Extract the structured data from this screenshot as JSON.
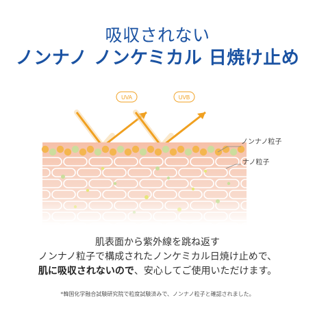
{
  "headline": {
    "sub": "吸収されない",
    "main": "ノンナノ ノンケミカル 日焼け止め"
  },
  "diagram": {
    "uva_label": "UVA",
    "uvb_label": "UVB",
    "nonnano_label": "ノンナノ粒子",
    "nano_label": "ナノ粒子",
    "colors": {
      "ray": "#f0a020",
      "ray_light": "#f6d9a8",
      "particle_orange": "#f3b54a",
      "particle_green": "#c9de9c",
      "skin_top": "#f6c0a8",
      "skin_mid": "#f7d4c4",
      "skin_deep": "#fae6dc",
      "cell_line": "#ffffff",
      "nano_particle": "#e6e67a"
    }
  },
  "body": {
    "line1": "肌表面から紫外線を跳ね返す",
    "line2": "ノンナノ粒子で構成されたノンケミカル日焼け止めで、",
    "line3_bold": "肌に吸収されないので",
    "line3_rest": "、安心してご使用いただけます。"
  },
  "footnote": "*韓国化学融合試験研究院で粒度試験済みで、ノンナノ粒子と確認されました。"
}
